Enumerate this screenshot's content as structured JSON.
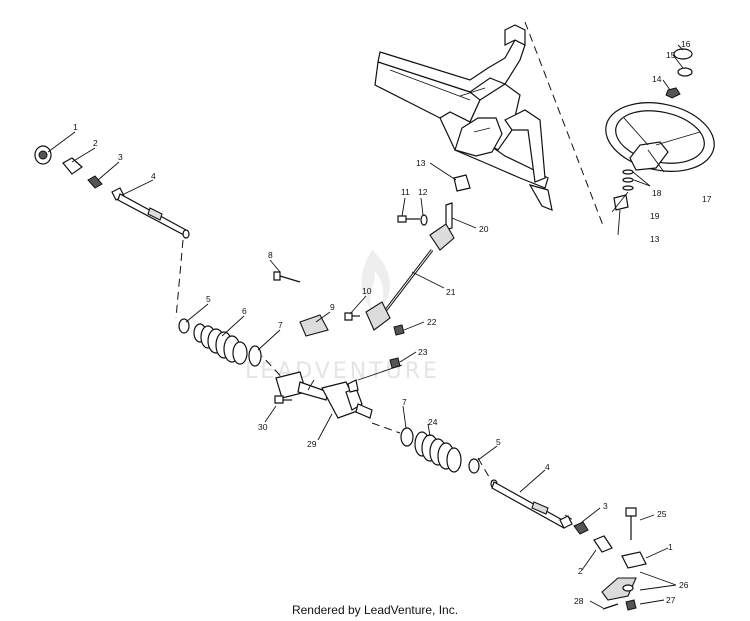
{
  "watermark": "LEADVENTURE",
  "footer": "Rendered by LeadVenture, Inc.",
  "callouts": {
    "c1a": "1",
    "c2a": "2",
    "c3a": "3",
    "c4a": "4",
    "c5a": "5",
    "c6": "6",
    "c7a": "7",
    "c8": "8",
    "c9": "9",
    "c10": "10",
    "c11": "11",
    "c12": "12",
    "c13a": "13",
    "c13b": "13",
    "c14": "14",
    "c15": "15",
    "c16": "16",
    "c17": "17",
    "c18": "18",
    "c19": "19",
    "c20": "20",
    "c21": "21",
    "c22": "22",
    "c23": "23",
    "c7b": "7",
    "c24": "24",
    "c5b": "5",
    "c4b": "4",
    "c3b": "3",
    "c25": "25",
    "c1b": "1",
    "c2b": "2",
    "c26": "26",
    "c27": "27",
    "c28": "28",
    "c29": "29",
    "c30": "30"
  }
}
